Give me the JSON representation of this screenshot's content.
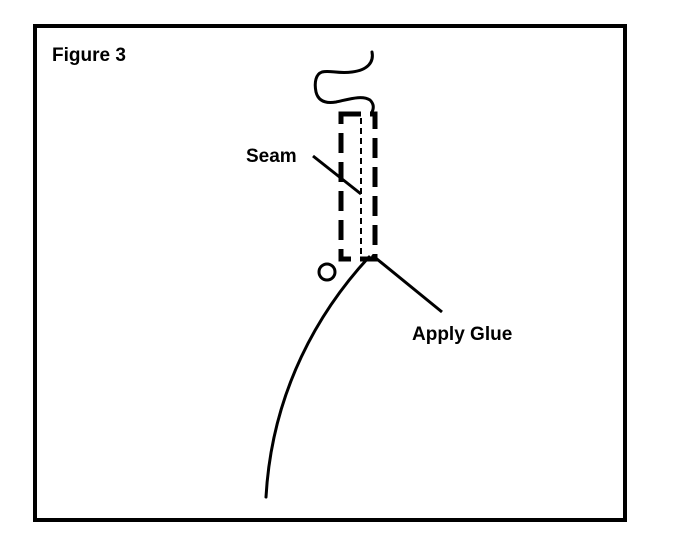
{
  "figure": {
    "title": "Figure 3",
    "labels": {
      "seam": "Seam",
      "apply_glue": "Apply Glue"
    }
  },
  "colors": {
    "ink": "#000000",
    "background": "#ffffff"
  }
}
